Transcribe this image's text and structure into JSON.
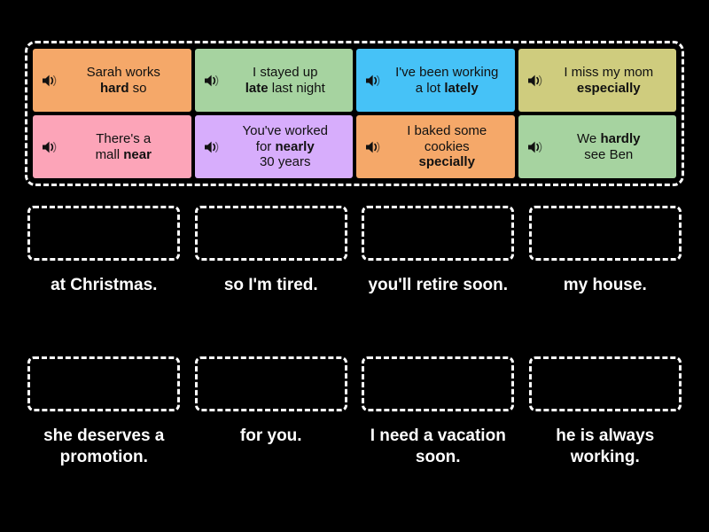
{
  "activity": {
    "type": "match-up-drag-and-drop",
    "background_color": "#000000",
    "border_color": "#ffffff"
  },
  "source_container": {
    "name": "draggable-tiles-container",
    "tiles": [
      {
        "id": "tile-1",
        "icon": "speaker-icon",
        "color": "#F5A869",
        "text_plain": "Sarah works hard so",
        "text_html": "Sarah works<br><b>hard</b> so"
      },
      {
        "id": "tile-2",
        "icon": "speaker-icon",
        "color": "#A6D3A0",
        "text_plain": "I stayed up late last night",
        "text_html": "I stayed up<br><b>late</b> last night"
      },
      {
        "id": "tile-3",
        "icon": "speaker-icon",
        "color": "#46C2F7",
        "text_plain": "I've been working a lot lately",
        "text_html": "I've been working<br>a lot <b>lately</b>"
      },
      {
        "id": "tile-4",
        "icon": "speaker-icon",
        "color": "#CFCC7E",
        "text_plain": "I miss my mom especially",
        "text_html": "I miss my mom<br><b>especially</b>"
      },
      {
        "id": "tile-5",
        "icon": "speaker-icon",
        "color": "#FCA4B8",
        "text_plain": "There's a mall near",
        "text_html": "There's a<br>mall <b>near</b>"
      },
      {
        "id": "tile-6",
        "icon": "speaker-icon",
        "color": "#D7ADFC",
        "text_plain": "You've worked for nearly 30 years",
        "text_html": "You've worked<br>for <b>nearly</b><br>30 years"
      },
      {
        "id": "tile-7",
        "icon": "speaker-icon",
        "color": "#F5A869",
        "text_plain": "I baked some cookies specially",
        "text_html": "I baked some<br>cookies<br><b>specially</b>"
      },
      {
        "id": "tile-8",
        "icon": "speaker-icon",
        "color": "#A6D3A0",
        "text_plain": "We hardly see Ben",
        "text_html": "We <b>hardly</b><br>see Ben"
      }
    ]
  },
  "answers": {
    "name": "drop-target-answers",
    "row_1": [
      {
        "id": "answer-1",
        "dropzone_label": "",
        "label": "at Christmas."
      },
      {
        "id": "answer-2",
        "dropzone_label": "",
        "label": "so I'm tired."
      },
      {
        "id": "answer-3",
        "dropzone_label": "",
        "label": "you'll retire soon."
      },
      {
        "id": "answer-4",
        "dropzone_label": "",
        "label": "my house."
      }
    ],
    "row_2": [
      {
        "id": "answer-5",
        "dropzone_label": "",
        "label": "she deserves a promotion."
      },
      {
        "id": "answer-6",
        "dropzone_label": "",
        "label": "for you."
      },
      {
        "id": "answer-7",
        "dropzone_label": "",
        "label": "I need a vacation soon."
      },
      {
        "id": "answer-8",
        "dropzone_label": "",
        "label": "he is always working."
      }
    ]
  }
}
